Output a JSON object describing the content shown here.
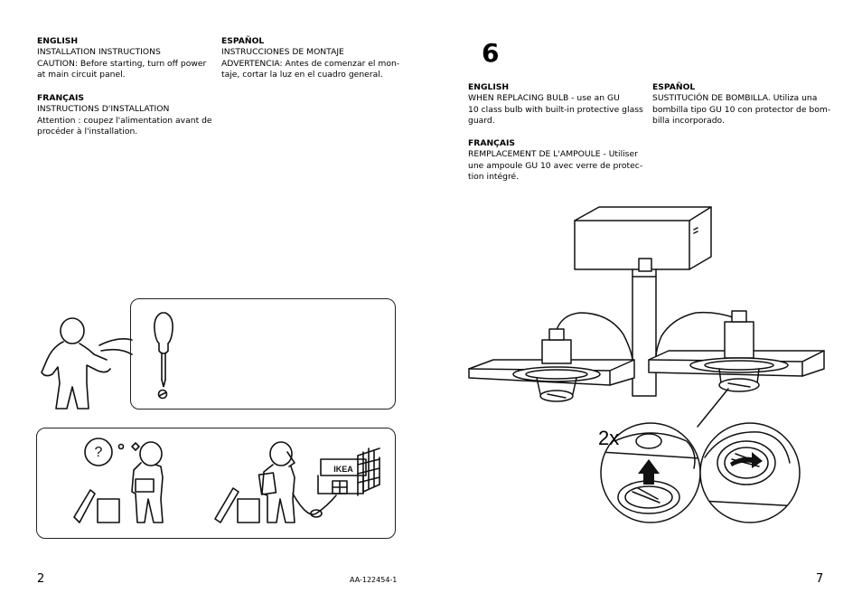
{
  "left_page": {
    "en": {
      "heading": "ENGLISH",
      "lines": [
        "INSTALLATION INSTRUCTIONS",
        "CAUTION: Before starting, turn off power",
        "at main circuit panel."
      ]
    },
    "es": {
      "heading": "ESPAÑOL",
      "lines": [
        "INSTRUCCIONES DE MONTAJE",
        "ADVERTENCIA: Antes de comenzar el mon-",
        "taje,  cortar la  luz en el cuadro general."
      ]
    },
    "fr": {
      "heading": "FRANÇAIS",
      "lines": [
        "INSTRUCTIONS D'INSTALLATION",
        "Attention : coupez l'alimentation avant de",
        "procéder à l'installation."
      ]
    },
    "page_number": "2",
    "doc_code": "AA-122454-1"
  },
  "right_page": {
    "step_number": "6",
    "en": {
      "heading": "ENGLISH",
      "lines": [
        "WHEN REPLACING BULB - use an GU",
        "10 class bulb with built-in protective glass",
        "guard."
      ]
    },
    "es": {
      "heading": "ESPAÑOL",
      "lines": [
        "SUSTITUCIÓN DE BOMBILLA. Utiliza una",
        "bombilla tipo GU 10 con protector de bom-",
        "billa incorporado."
      ]
    },
    "fr": {
      "heading": "FRANÇAIS",
      "lines": [
        "REMPLACEMENT DE L'AMPOULE - Utiliser",
        "une ampoule GU 10 avec verre de protec-",
        "tion intégré."
      ]
    },
    "quantity": "2x",
    "page_number": "7"
  },
  "illustration": {
    "question_mark": "?",
    "store_sign": "IKEA"
  }
}
